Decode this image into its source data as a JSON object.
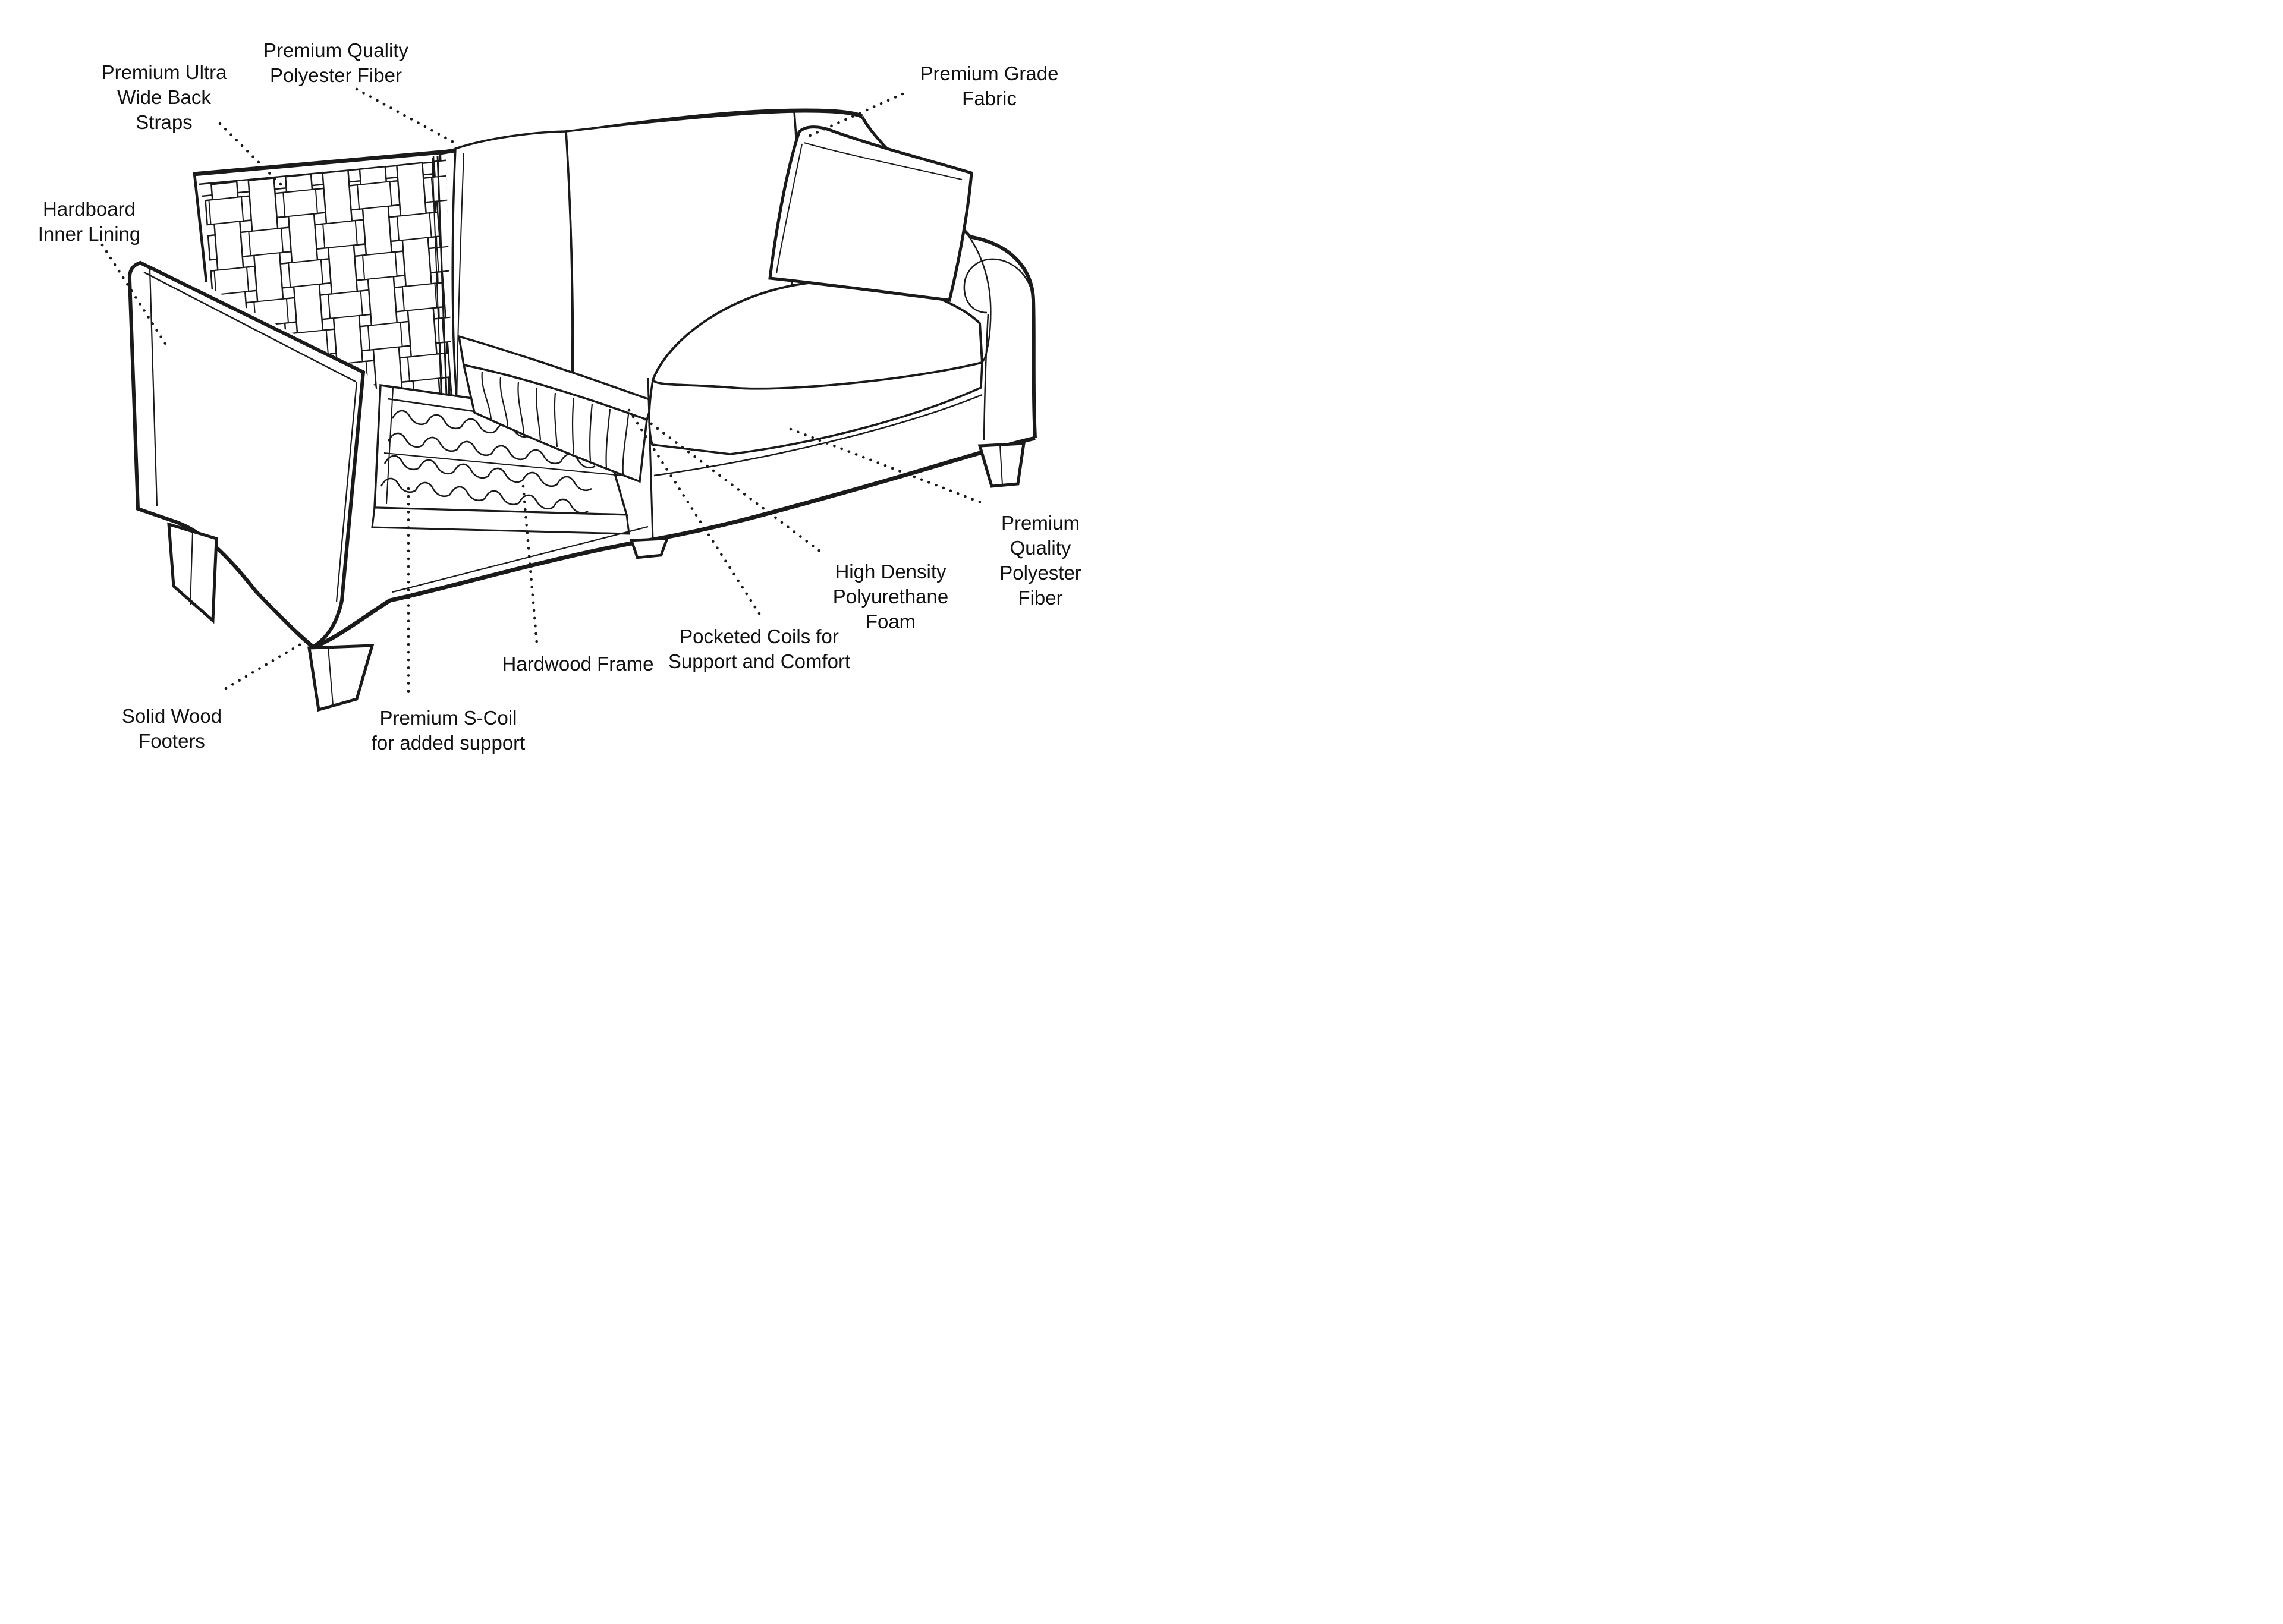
{
  "diagram": {
    "colors": {
      "line": "#1a1a1a",
      "background": "#ffffff"
    },
    "labels": {
      "polyester_fiber_top": {
        "text": "Premium Quality\nPolyester Fiber"
      },
      "back_straps": {
        "text": "Premium Ultra\nWide Back\nStraps"
      },
      "hardboard": {
        "text": "Hardboard\nInner Lining"
      },
      "grade_fabric": {
        "text": "Premium Grade\nFabric"
      },
      "polyester_fiber_right": {
        "text": "Premium Quality\nPolyester Fiber"
      },
      "hd_foam": {
        "text": "High Density\nPolyurethane\nFoam"
      },
      "pocketed_coils": {
        "text": "Pocketed Coils for\nSupport and Comfort"
      },
      "hardwood_frame": {
        "text": "Hardwood Frame"
      },
      "s_coil": {
        "text": "Premium S-Coil\nfor added support"
      },
      "wood_footers": {
        "text": "Solid Wood\nFooters"
      }
    }
  }
}
